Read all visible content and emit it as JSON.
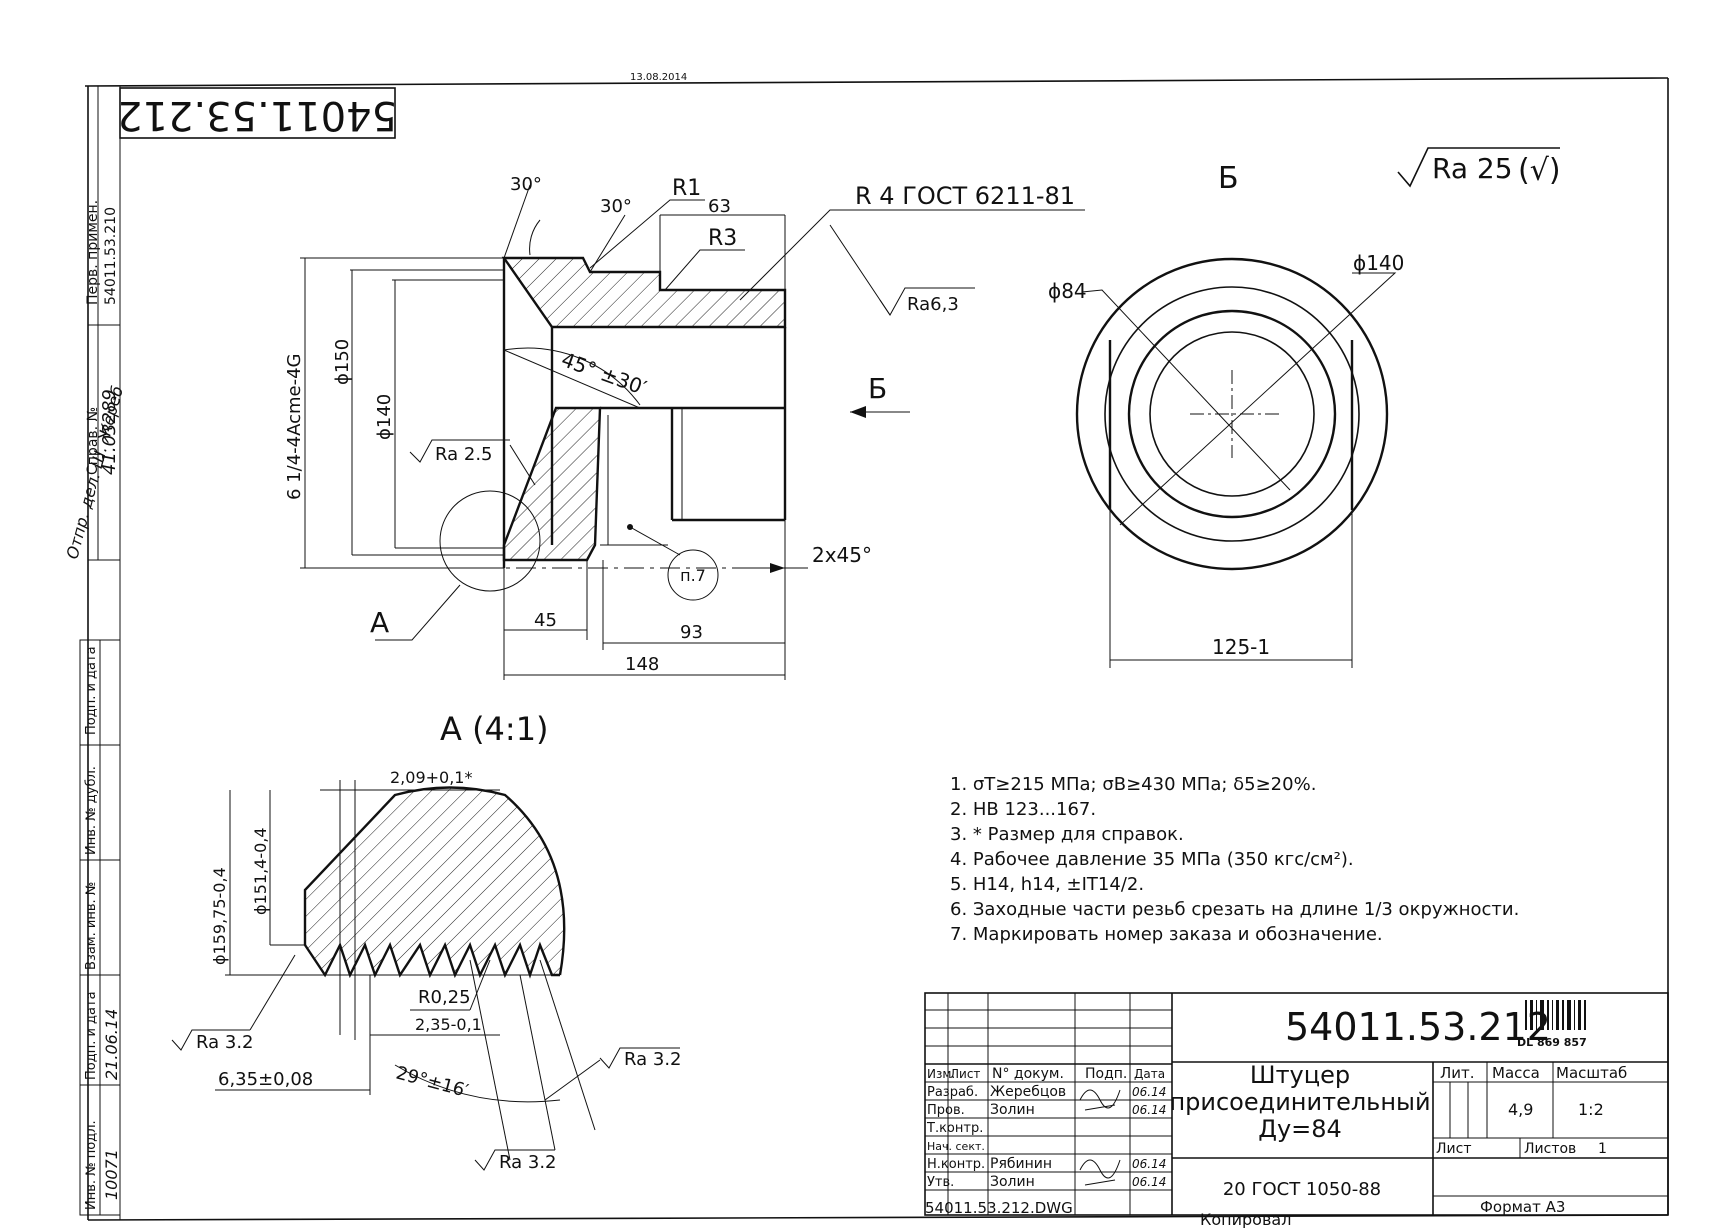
{
  "header": {
    "date_stamp": "13.08.2014",
    "rotated_designation": "54011.53.212",
    "roughness_general": "Ra 25",
    "roughness_general_mark": "(√)"
  },
  "left_strip": {
    "perv_primen_label": "Перв. примен.",
    "perv_primen_value": "54011.53.210",
    "sprav_label": "Справ. №",
    "sprav_value": "41.03289",
    "handwritten_note": "Отпр. дел. Ш. Жереб",
    "cells": [
      "Взам. инв. №",
      "Инв. № дубл.",
      "Подп. и дата"
    ],
    "inv_orig_label": "Инв. № подл.",
    "inv_orig_value": "10071",
    "date_label": "Подп. и дата",
    "date_value": "21.06.14"
  },
  "main_view": {
    "dim_30_outer": "30°",
    "dim_30_inner": "30°",
    "dim_r1": "R1",
    "dim_63": "63",
    "dim_r3": "R3",
    "dim_r4": "R 4 ГОСТ 6211-81",
    "ra_thread": "Ra6,3",
    "dim_45deg": "45° ±30′",
    "dim_thread": "6 1/4-4Acme-4G",
    "dim_d150": "ϕ150",
    "dim_d140": "ϕ140",
    "ra_2_5": "Ra 2.5",
    "view_arrow_b": "Б",
    "note_ref": "п.7",
    "chamfer": "2х45°",
    "dim_45": "45",
    "dim_93": "93",
    "dim_148": "148",
    "section_a": "А"
  },
  "view_b": {
    "title": "Б",
    "dim_d84": "ϕ84",
    "dim_d140": "ϕ140",
    "dim_125": "125-1"
  },
  "detail_a": {
    "title": "А (4:1)",
    "dim_209": "2,09+0,1*",
    "dim_15975": "ϕ159,75-0,4",
    "dim_1514": "ϕ151,4-0,4",
    "dim_r025": "R0,25",
    "dim_235": "2,35-0,1",
    "dim_635": "6,35±0,08",
    "dim_29deg": "29°±16′",
    "ra_3_2_left": "Ra 3.2",
    "ra_3_2_right": "Ra 3.2",
    "ra_3_2_bottom": "Ra 3.2"
  },
  "notes": [
    "1. σТ≥215 МПа; σВ≥430 МПа; δ5≥20%.",
    "2. НВ 123...167.",
    "3. * Размер для справок.",
    "4. Рабочее давление 35 МПа (350 кгс/см²).",
    "5. Н14, h14, ±IT14/2.",
    "6. Заходные части резьб срезать на длине 1/3 окружности.",
    "7. Маркировать номер заказа и обозначение."
  ],
  "title_block": {
    "designation": "54011.53.212",
    "barcode_id": "DL 869 857",
    "name_line1": "Штуцер",
    "name_line2": "присоединительный",
    "name_line3": "Ду=84",
    "col_izm": "Изм.",
    "col_list": "Лист",
    "col_docum": "N° докум.",
    "col_podp": "Подп.",
    "col_data": "Дата",
    "row_razrab": "Разраб.",
    "row_prov": "Пров.",
    "row_tkontr": "Т.контр.",
    "row_nachsekt": "Нач. сект.",
    "row_nkontr": "Н.контр.",
    "row_utv": "Утв.",
    "name_razrab": "Жеребцов",
    "name_prov": "Золин",
    "name_nkontr": "Рябинин",
    "name_utv": "Золин",
    "date_razrab": "06.14",
    "date_prov": "06.14",
    "date_nkontr": "06.14",
    "date_utv": "06.14",
    "lit_label": "Лит.",
    "mass_label": "Масса",
    "scale_label": "Масштаб",
    "mass_value": "4,9",
    "scale_value": "1:2",
    "sheet_label": "Лист",
    "sheets_label": "Листов",
    "sheets_value": "1",
    "material": "20 ГОСТ 1050-88",
    "file_name": "54011.53.212.DWG",
    "copied": "Копировал",
    "format": "Формат А3"
  }
}
